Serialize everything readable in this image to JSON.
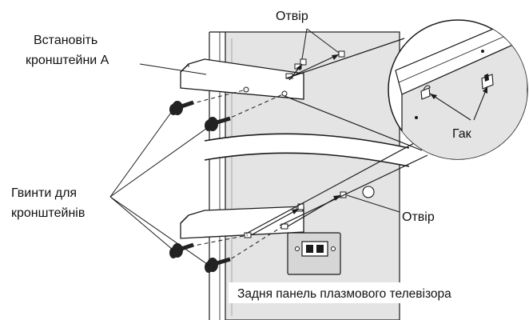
{
  "labels": {
    "hole_top": "Отвір",
    "install_line1": "Встановіть",
    "install_line2": "кронштейни A",
    "screws_line1": "Гвинти для",
    "screws_line2": "кронштейнів",
    "hook": "Гак",
    "hole_bottom": "Отвір",
    "caption": "Задня панель плазмового телевізора"
  },
  "colors": {
    "panel_fill": "#e4e4e4",
    "line": "#1a1a1a",
    "screw": "#222222",
    "background": "#ffffff"
  }
}
